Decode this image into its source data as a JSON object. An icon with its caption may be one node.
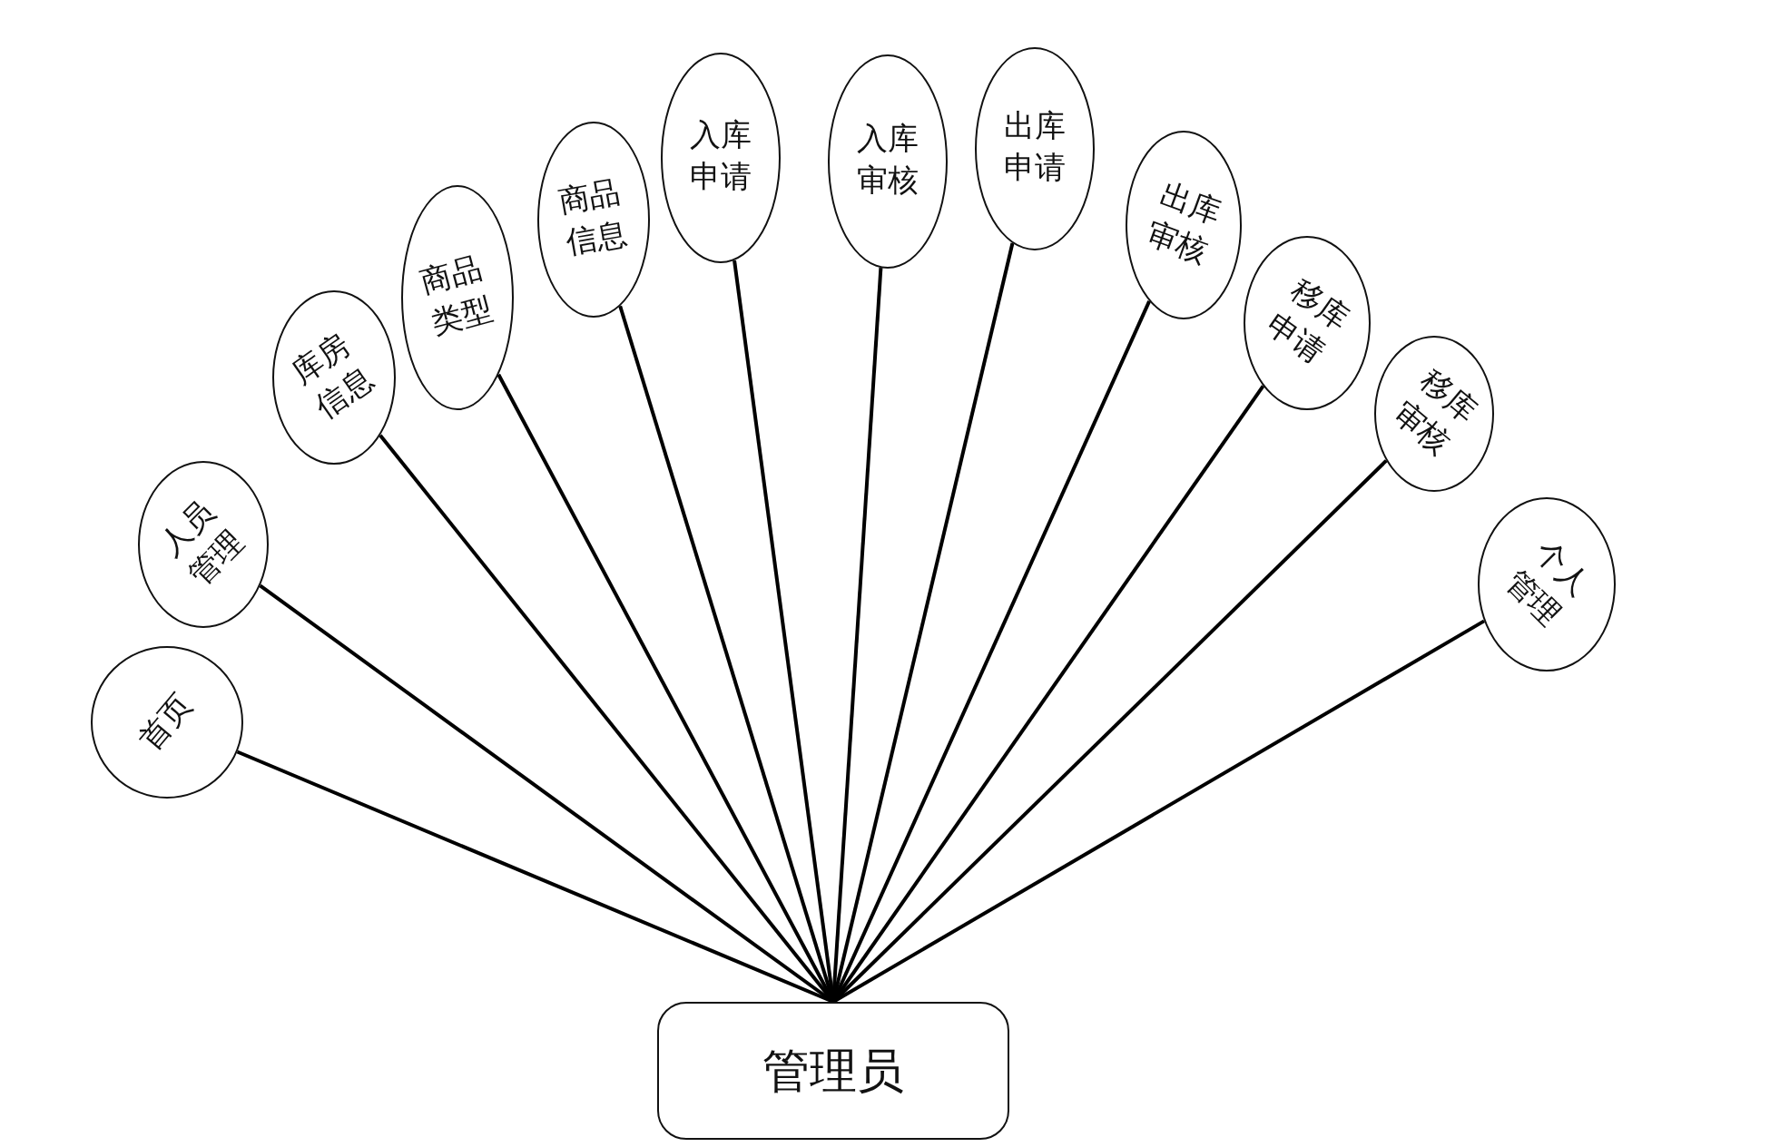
{
  "diagram": {
    "nodes": [
      {
        "text": [
          "管理员"
        ]
      },
      {
        "text": [
          "首页"
        ]
      },
      {
        "text": [
          "人员管理"
        ]
      },
      {
        "text": [
          "库房信息"
        ]
      },
      {
        "text": [
          "商品类型"
        ]
      },
      {
        "text": [
          "商品信息"
        ]
      },
      {
        "text": [
          "入库申请"
        ]
      },
      {
        "text": [
          "入库审核"
        ]
      },
      {
        "text": [
          "出库申请"
        ]
      },
      {
        "text": [
          "出库审核"
        ]
      },
      {
        "text": [
          "移库申请"
        ]
      },
      {
        "text": [
          "移库审核"
        ]
      },
      {
        "text": [
          "个人管理"
        ]
      }
    ],
    "edges": [
      {
        "from": 0,
        "to": 1,
        "arrow": "none"
      },
      {
        "from": 0,
        "to": 2,
        "arrow": "none"
      },
      {
        "from": 0,
        "to": 3,
        "arrow": "none"
      },
      {
        "from": 0,
        "to": 4,
        "arrow": "none"
      },
      {
        "from": 0,
        "to": 5,
        "arrow": "none"
      },
      {
        "from": 0,
        "to": 6,
        "arrow": "none"
      },
      {
        "from": 0,
        "to": 7,
        "arrow": "none"
      },
      {
        "from": 0,
        "to": 8,
        "arrow": "none"
      },
      {
        "from": 0,
        "to": 9,
        "arrow": "none"
      },
      {
        "from": 0,
        "to": 10,
        "arrow": "none"
      },
      {
        "from": 0,
        "to": 11,
        "arrow": "none"
      },
      {
        "from": 0,
        "to": 12,
        "arrow": "none"
      }
    ]
  }
}
